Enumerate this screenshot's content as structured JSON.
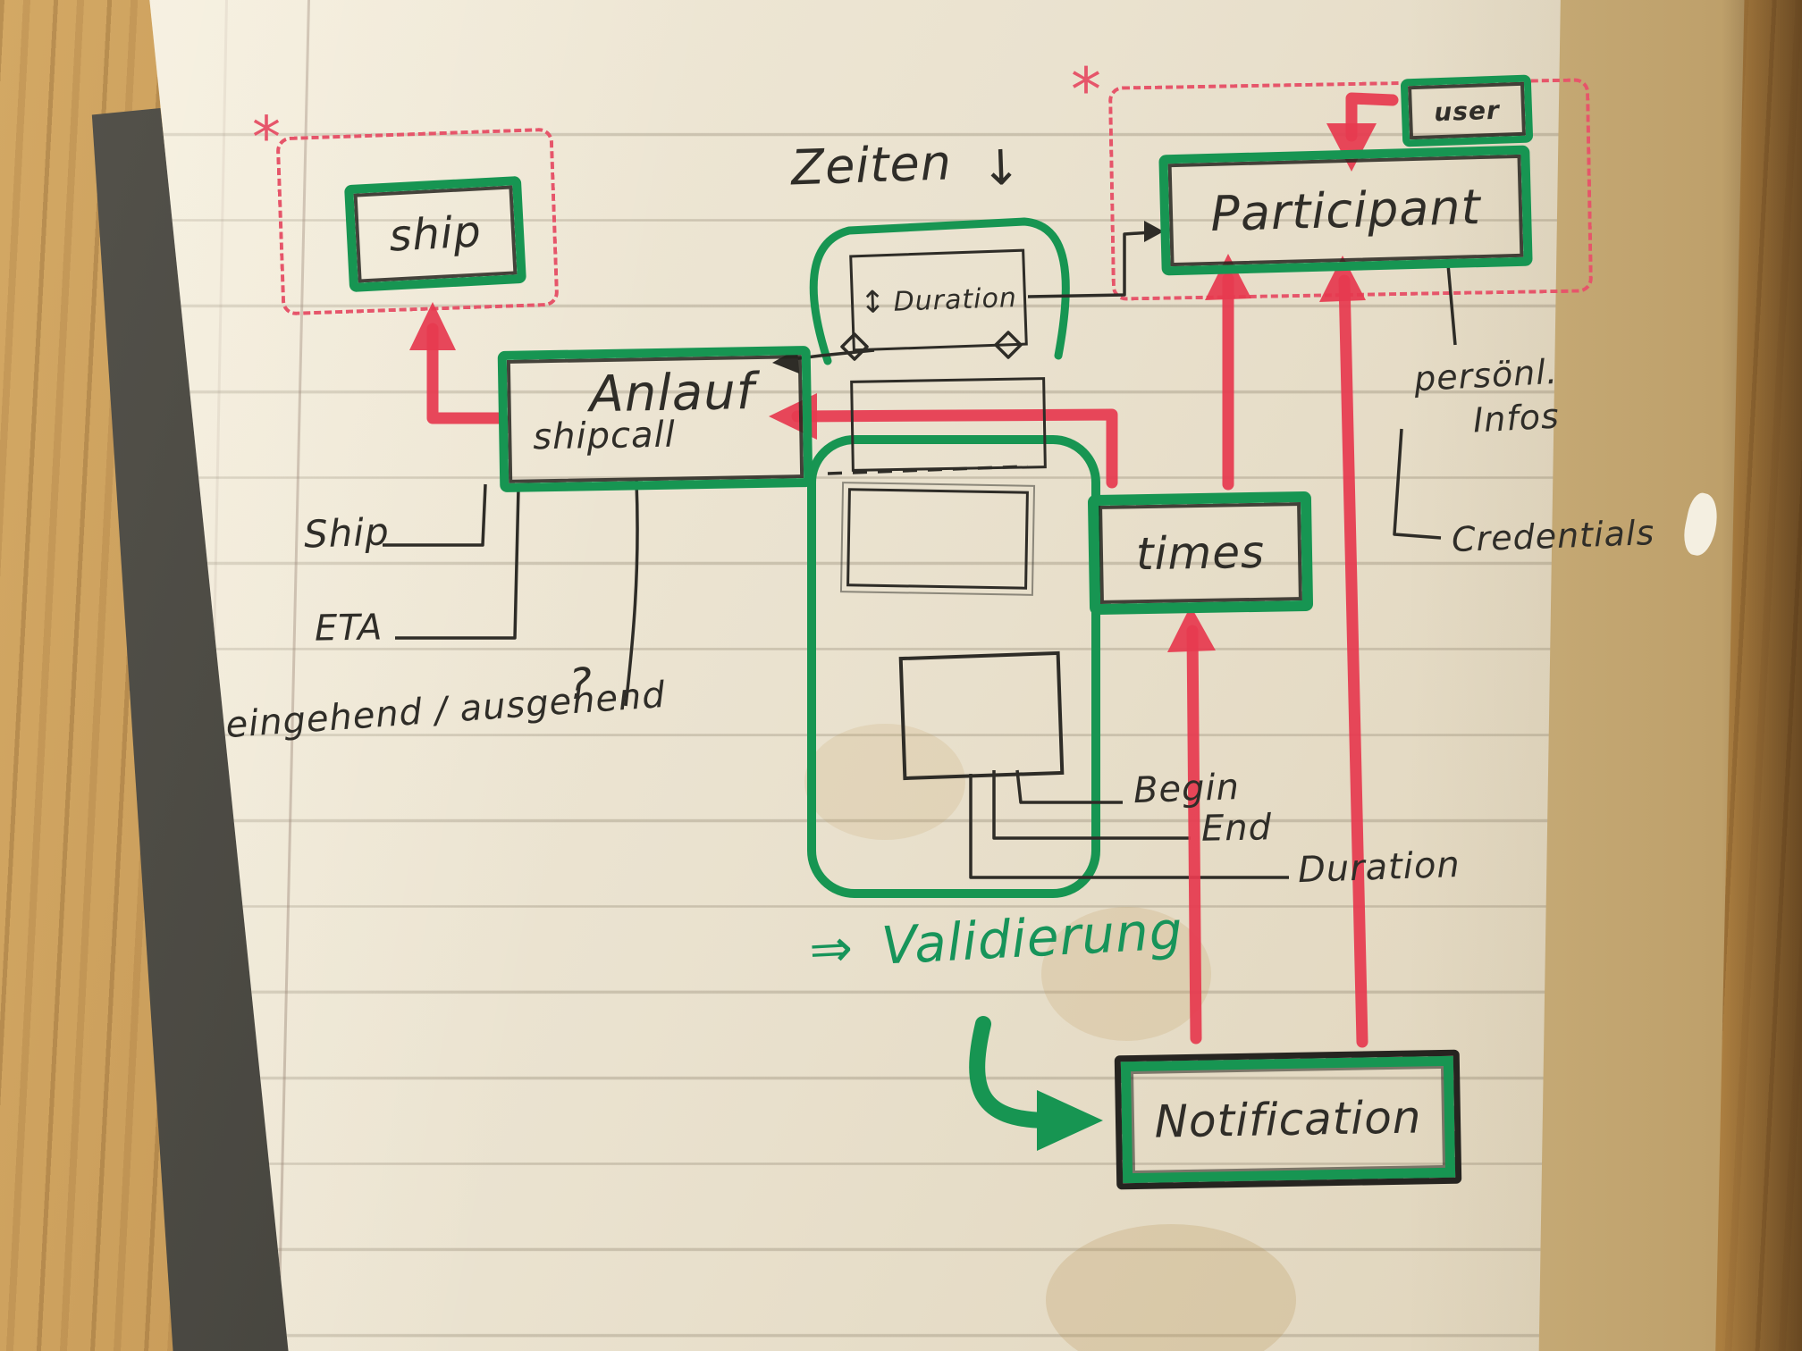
{
  "colors": {
    "marker_green": "#179552",
    "marker_red": "#e63a50",
    "ink_black": "#2e2c27",
    "page_cream": "#eae2cf",
    "wood_tan": "#c29452"
  },
  "entities": {
    "ship": "ship",
    "anlauf": "Anlauf",
    "shipcall": "shipcall",
    "participant": "Participant",
    "user": "user",
    "times": "times",
    "notification": "Notification",
    "duration_box": "Duration"
  },
  "symbols": {
    "asterisk": "*",
    "down_arrow": "↓",
    "updown_arrow": "↕",
    "implies": "⇒",
    "question": "?"
  },
  "attributes": {
    "zeiten": "Zeiten",
    "ship": "Ship",
    "eta": "ETA",
    "ein_aus": "eingehend / ausgehend",
    "begin": "Begin",
    "end": "End",
    "duration": "Duration",
    "persoenl": "persönl.",
    "infos": "Infos",
    "credentials": "Credentials",
    "validierung": "Validierung"
  }
}
